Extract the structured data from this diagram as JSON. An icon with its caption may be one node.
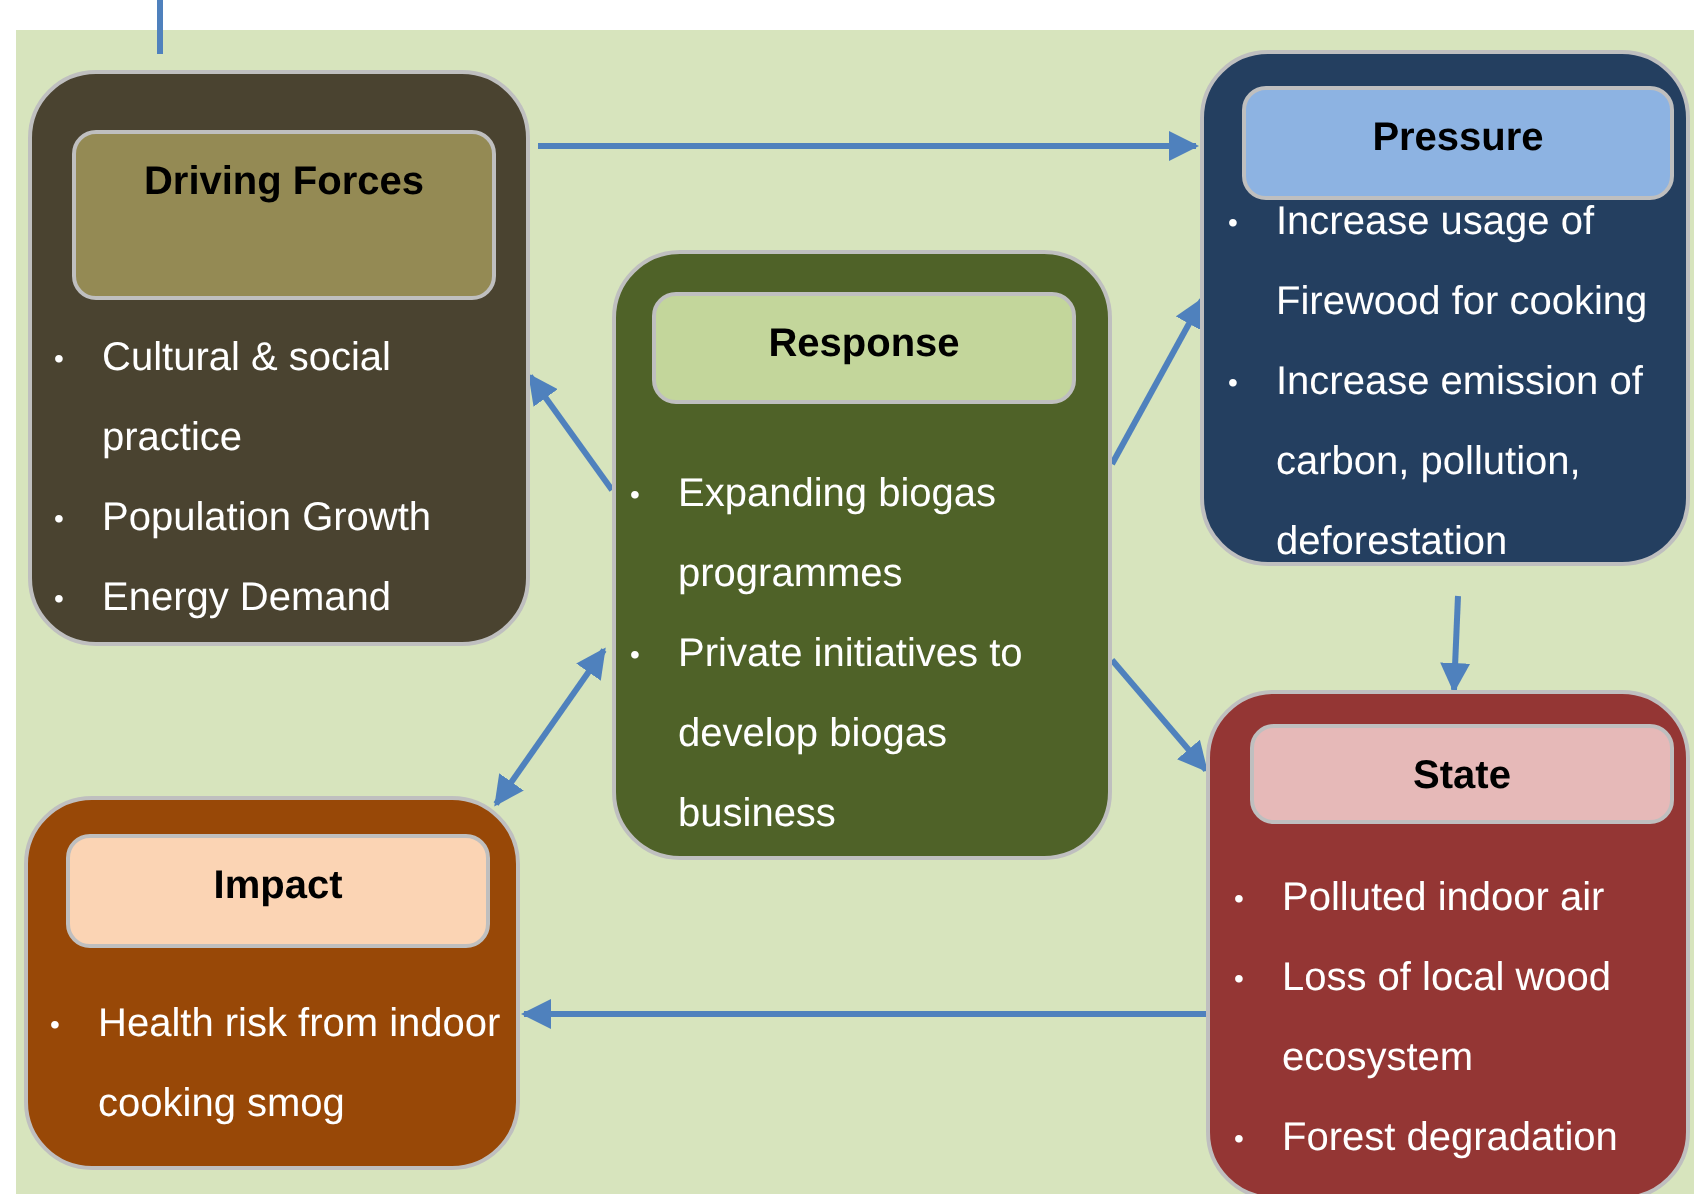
{
  "diagram": {
    "nodes": [
      {
        "text": [
          "•",
          "Cultural & social practice",
          "•",
          "Population Growth",
          "•",
          "Energy Demand"
        ]
      },
      {
        "text": [
          "Driving Forces"
        ],
        "in": 0
      },
      {
        "text": [
          "•",
          "Expanding biogas programmes",
          "•",
          "Private initiatives to develop biogas business"
        ]
      },
      {
        "text": [
          "Response"
        ],
        "in": 2
      },
      {
        "text": [
          "•",
          "Increase usage of Firewood for cooking",
          "•",
          "Increase emission of carbon, pollution, deforestation"
        ]
      },
      {
        "text": [
          "Pressure"
        ],
        "in": 4
      },
      {
        "text": [
          "•",
          "Health risk from indoor cooking smog"
        ]
      },
      {
        "text": [
          "Impact"
        ],
        "in": 6
      },
      {
        "text": [
          "•",
          "Polluted indoor air",
          "•",
          "Loss of local wood ecosystem",
          "•",
          "Forest degradation"
        ]
      },
      {
        "text": [
          "State"
        ],
        "in": 8
      }
    ],
    "edges": [
      {
        "from": 0,
        "to": 4,
        "arrow": "to"
      },
      {
        "from": 2,
        "to": 0,
        "arrow": "to"
      },
      {
        "from": 2,
        "to": 4,
        "arrow": "to"
      },
      {
        "from": 2,
        "to": 6,
        "arrow": "both"
      },
      {
        "from": 2,
        "to": 8,
        "arrow": "to"
      },
      {
        "from": 4,
        "to": 8,
        "arrow": "to"
      },
      {
        "from": 8,
        "to": 6,
        "arrow": "to"
      }
    ]
  }
}
